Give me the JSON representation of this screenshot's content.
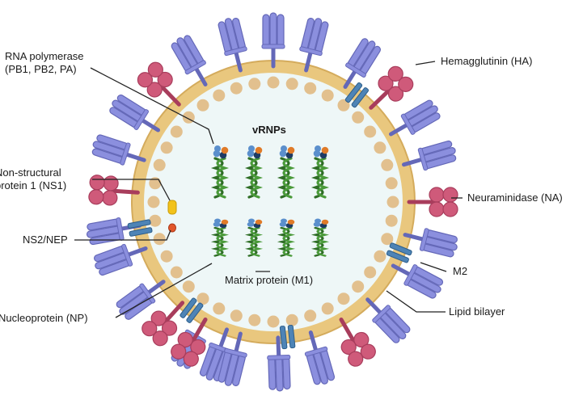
{
  "colors": {
    "background": "#ffffff",
    "envelope": "#e9c77e",
    "envelope_edge": "#d4ab5c",
    "interior": "#eef7f7",
    "matrix_bead": "#e2c08e",
    "ha": "#8b8fde",
    "ha_stroke": "#6468b8",
    "na": "#cf5a7a",
    "na_stroke": "#a83d5c",
    "m2": "#4e84b6",
    "m2_stroke": "#2c5d8a",
    "rna_helix": "#4a9a3a",
    "rna_helix_dark": "#2f6e26",
    "pol_blue": "#5b8fcc",
    "pol_navy": "#1f3b63",
    "pol_orange": "#e07b28",
    "ns1": "#f2c21a",
    "nep": "#e2562a",
    "leader_line": "#222222"
  },
  "labels": {
    "rna_polymerase_1": "RNA polymerase",
    "rna_polymerase_2": "(PB1, PB2, PA)",
    "hemagglutinin": "Hemagglutinin (HA)",
    "vrnps": "vRNPs",
    "ns1_1": "Non-structural",
    "ns1_2": "protein 1 (NS1)",
    "neuraminidase": "Neuraminidase (NA)",
    "ns2": "NS2/NEP",
    "m2": "M2",
    "matrix": "Matrix protein (M1)",
    "nucleoprotein": "Nucleoprotein (NP)",
    "lipid": "Lipid bilayer"
  },
  "icons": {
    "ha": "hemagglutinin-spike-icon",
    "na": "neuraminidase-spike-icon",
    "m2": "m2-ion-channel-icon",
    "vrnp": "vrnp-segment-icon"
  }
}
